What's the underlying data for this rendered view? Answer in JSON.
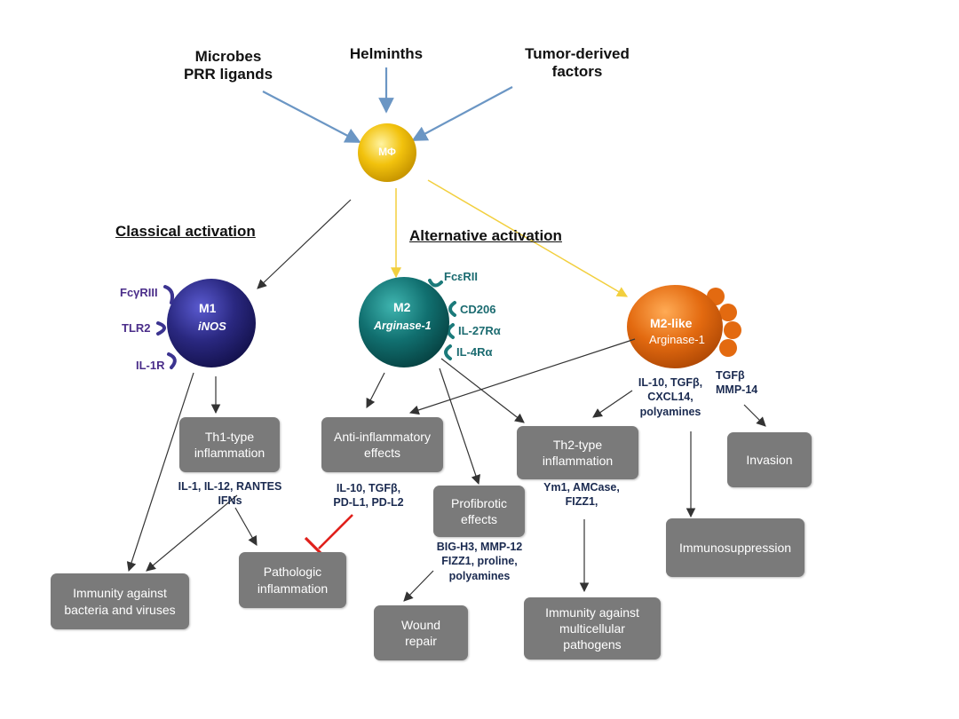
{
  "stimuli": {
    "microbes": "Microbes\nPRR ligands",
    "helminths": "Helminths",
    "tumor": "Tumor-derived\nfactors"
  },
  "macrophage": "MΦ",
  "headings": {
    "classical": "Classical activation",
    "alternative": "Alternative activation"
  },
  "cells": {
    "m1": {
      "name": "M1",
      "marker": "iNOS",
      "receptors": [
        "FcγRIII",
        "TLR2",
        "IL-1R"
      ]
    },
    "m2": {
      "name": "M2",
      "marker": "Arginase-1",
      "receptors": [
        "FcεRII",
        "CD206",
        "IL-27Rα",
        "IL-4Rα"
      ]
    },
    "m2like": {
      "name": "M2-like",
      "marker": "Arginase-1"
    }
  },
  "mediators": {
    "th1": "IL-1, IL-12, RANTES\nIFNs",
    "antiinflam": "IL-10, TGFβ,\nPD-L1, PD-L2",
    "profibrotic": "BIG-H3, MMP-12\nFIZZ1, proline,\npolyamines",
    "th2": "Ym1, AMCase,\nFIZZ1,",
    "m2like_main": "IL-10, TGFβ,\nCXCL14,\npolyamines",
    "m2like_invasion": "TGFβ\nMMP-14"
  },
  "boxes": {
    "th1": "Th1-type\ninflammation",
    "antiinflam": "Anti-inflammatory\neffects",
    "th2": "Th2-type\ninflammation",
    "invasion": "Invasion",
    "profibrotic": "Profibrotic\neffects",
    "immunosuppression": "Immunosuppression",
    "pathologic": "Pathologic\ninflammation",
    "immunity_bv": "Immunity against\nbacteria and viruses",
    "wound": "Wound\nrepair",
    "immunity_mp": "Immunity against\nmulticellular\npathogens"
  },
  "colors": {
    "blue_arrow": "#6b96c4",
    "yellow_arrow": "#f2cf3e",
    "inhibit": "#e0201b",
    "box": "#7a7a7a",
    "m1": "#2a2880",
    "m2": "#117070",
    "m2like": "#e36a10",
    "mphi": "#f2c20d"
  }
}
